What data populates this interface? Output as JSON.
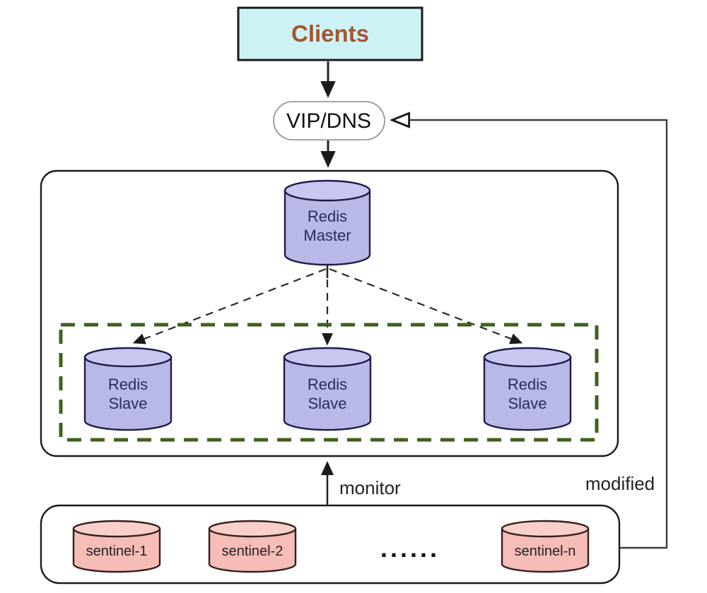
{
  "diagram": {
    "title_hint": "Redis Sentinel high-availability architecture",
    "clients": {
      "label": "Clients"
    },
    "vip": {
      "label": "VIP/DNS"
    },
    "master": {
      "label_line1": "Redis",
      "label_line2": "Master"
    },
    "slaves": [
      {
        "label_line1": "Redis",
        "label_line2": "Slave"
      },
      {
        "label_line1": "Redis",
        "label_line2": "Slave"
      },
      {
        "label_line1": "Redis",
        "label_line2": "Slave"
      }
    ],
    "sentinels": [
      {
        "label": "sentinel-1"
      },
      {
        "label": "sentinel-2"
      },
      {
        "label": "sentinel-n"
      }
    ],
    "ellipsis": "......",
    "edge_labels": {
      "monitor": "monitor",
      "modified": "modified"
    }
  },
  "colors": {
    "clients_fill": "#cdf2f6",
    "clients_text": "#a5542e",
    "cylinder_purple_fill": "#b9b9e8",
    "cylinder_purple_top": "#c7c7f0",
    "cylinder_purple_stroke": "#1d1d4d",
    "cylinder_purple_text": "#2a2a60",
    "cylinder_pink_fill": "#f6bcb7",
    "cylinder_pink_top": "#f9cfc9",
    "cylinder_pink_stroke": "#33201c",
    "green_dashed_border": "#41611f",
    "box_border": "#1a1a1a",
    "arrow": "#222222"
  }
}
